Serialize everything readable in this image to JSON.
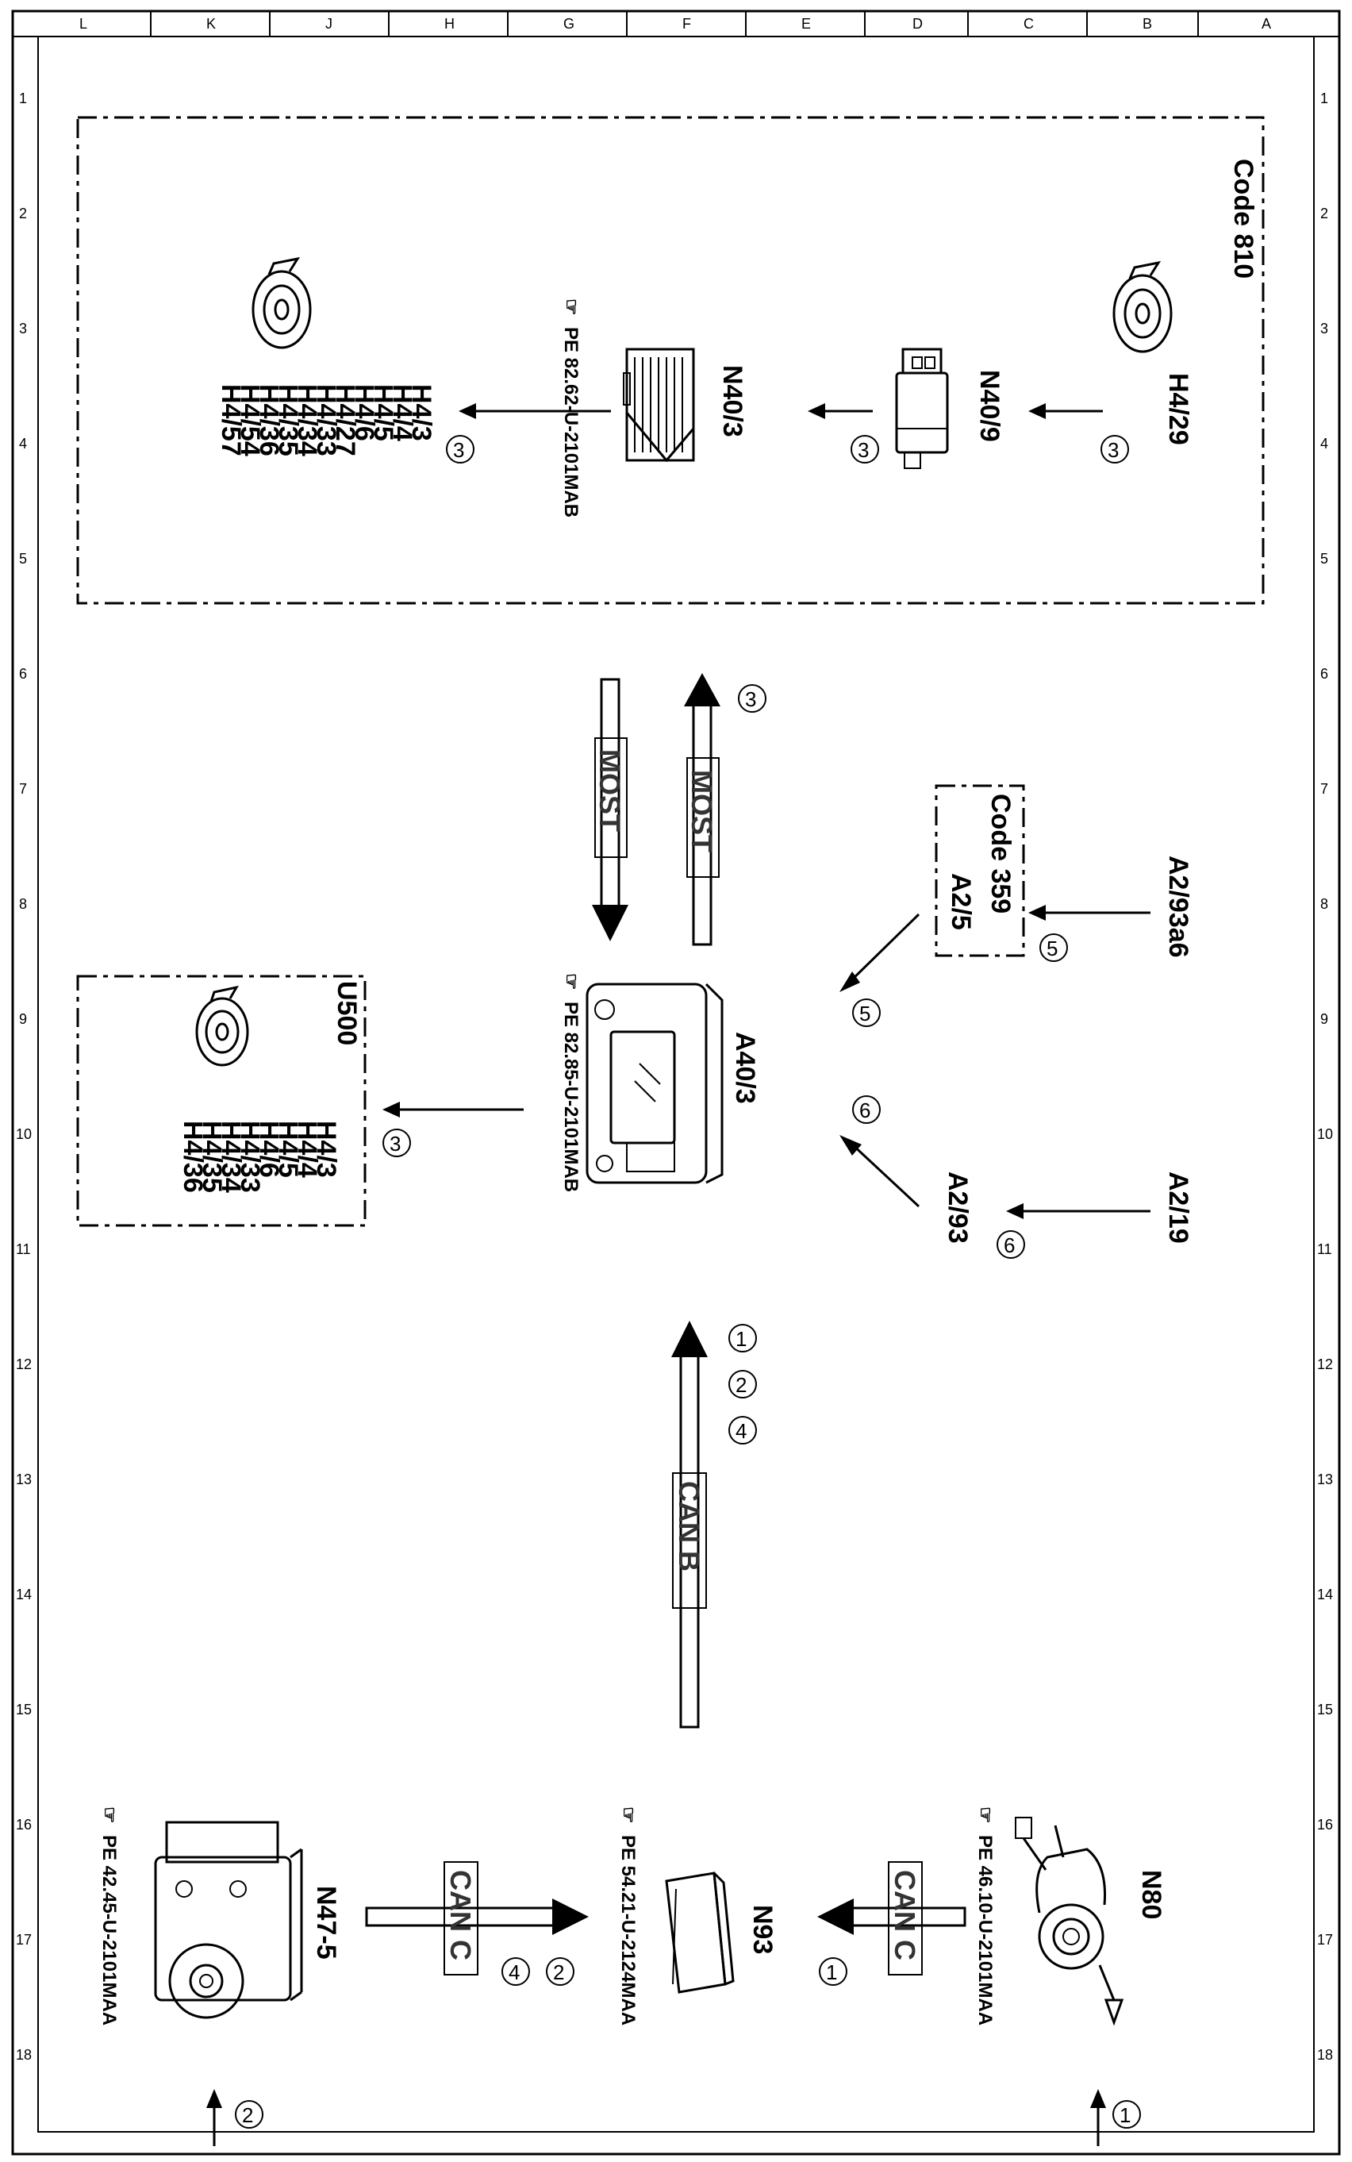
{
  "frame": {
    "col_letters": [
      "A",
      "B",
      "C",
      "D",
      "E",
      "F",
      "G",
      "H",
      "J",
      "K",
      "L"
    ],
    "row_numbers": [
      "1",
      "2",
      "3",
      "4",
      "5",
      "6",
      "7",
      "8",
      "9",
      "10",
      "11",
      "12",
      "13",
      "14",
      "15",
      "16",
      "17",
      "18"
    ]
  },
  "groups": {
    "code810": "Code 810",
    "u500": "U500",
    "code359": "Code 359"
  },
  "components": {
    "h4_29": "H4/29",
    "n40_9": "N40/9",
    "n40_3": "N40/3",
    "n40_3_pe": "PE 82.62-U-2101MAB",
    "a40_3": "A40/3",
    "a40_3_pe": "PE 82.85-U-2101MAB",
    "a2_93a6": "A2/93a6",
    "a2_5": "A2/5",
    "a2_19": "A2/19",
    "a2_93": "A2/93",
    "n80": "N80",
    "n80_pe": "PE 46.10-U-2101MAA",
    "n93": "N93",
    "n93_pe": "PE 54.21-U-2124MAA",
    "n47_5": "N47-5",
    "n47_5_pe": "PE 42.45-U-2101MAA"
  },
  "speaker_list_810": [
    "H4/3",
    "H4/4",
    "H4/5",
    "H4/6",
    "H4/27",
    "H4/33",
    "H4/34",
    "H4/35",
    "H4/36",
    "H4/54",
    "H4/57"
  ],
  "speaker_list_u500": [
    "H4/3",
    "H4/4",
    "H4/5",
    "H4/6",
    "H4/33",
    "H4/34",
    "H4/35",
    "H4/36"
  ],
  "buses": {
    "most": "MOST",
    "can_b": "CAN B",
    "can_c": "CAN C"
  },
  "markers": {
    "m1": "1",
    "m2": "2",
    "m3": "3",
    "m4": "4",
    "m5": "5",
    "m6": "6"
  }
}
